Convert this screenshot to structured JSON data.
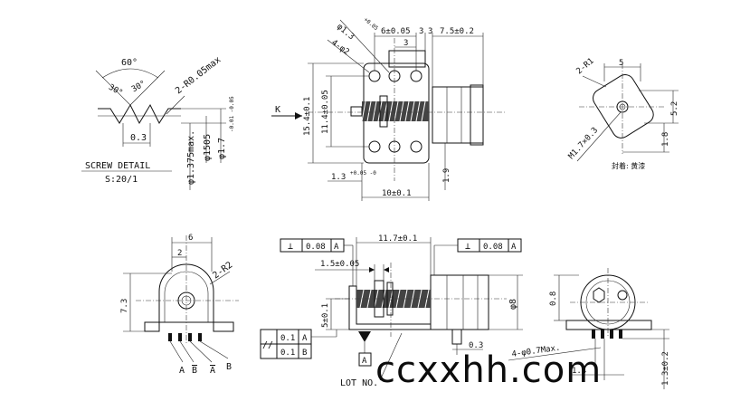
{
  "screw_detail": {
    "angle": "60°",
    "tip_radius": "2-R0.05max",
    "pitch": "0.3",
    "d1": "φ1.375max.",
    "d2": "φ1505",
    "d3": "φ1.7",
    "d3_tol": "-0.01 -0.05",
    "title": "SCREW DETAIL",
    "scale": "S:20/1"
  },
  "top_view": {
    "hole_dia": "φ1.3",
    "hole_tol": "+0.05",
    "holes": "4-φ2",
    "dim_6": "6±0.05",
    "dim_3": "3",
    "dim_3b": "3",
    "dim_75": "7.5±0.2",
    "dim_3c": "3",
    "dim_154": "15.4±0.1",
    "dim_114": "11.4±0.05",
    "arrow_k": "K",
    "dim_13": "1.3",
    "dim_13_tol": "+0.05 -0",
    "dim_10": "10±0.1",
    "dim_19": "1.9"
  },
  "end_view": {
    "radius": "2-R1",
    "width": "5",
    "dim_52": "5.2",
    "dim_18": "1.8",
    "thread": "M1.7×0.3",
    "note": "封着: 黄漆"
  },
  "side_view": {
    "width": "6",
    "half": "2",
    "radius": "2-R2",
    "height": "7.3",
    "pins": [
      "A",
      "B",
      "A",
      "B"
    ]
  },
  "front_view": {
    "perp_left": "⊥",
    "tol_left": "0.08",
    "datum_left": "A",
    "length": "11.7±0.1",
    "perp_right": "⊥",
    "tol_right": "0.08",
    "datum_right": "A",
    "dim_15": "1.5±0.05",
    "dim_5": "5±0.1",
    "par_sym": "//",
    "par_1": "0.1",
    "par_1_datum": "A",
    "par_2": "0.1",
    "par_2_datum": "B",
    "datum_a": "A",
    "diameter": "φ8",
    "dim_03": "0.3",
    "pins": "4-φ0.7Max.",
    "lot": "LOT NO."
  },
  "right_view": {
    "dim_08": "0.8",
    "dim_13": "1.3±0.2",
    "dim_14": "1.4"
  },
  "watermark": "ccxxhh.com"
}
